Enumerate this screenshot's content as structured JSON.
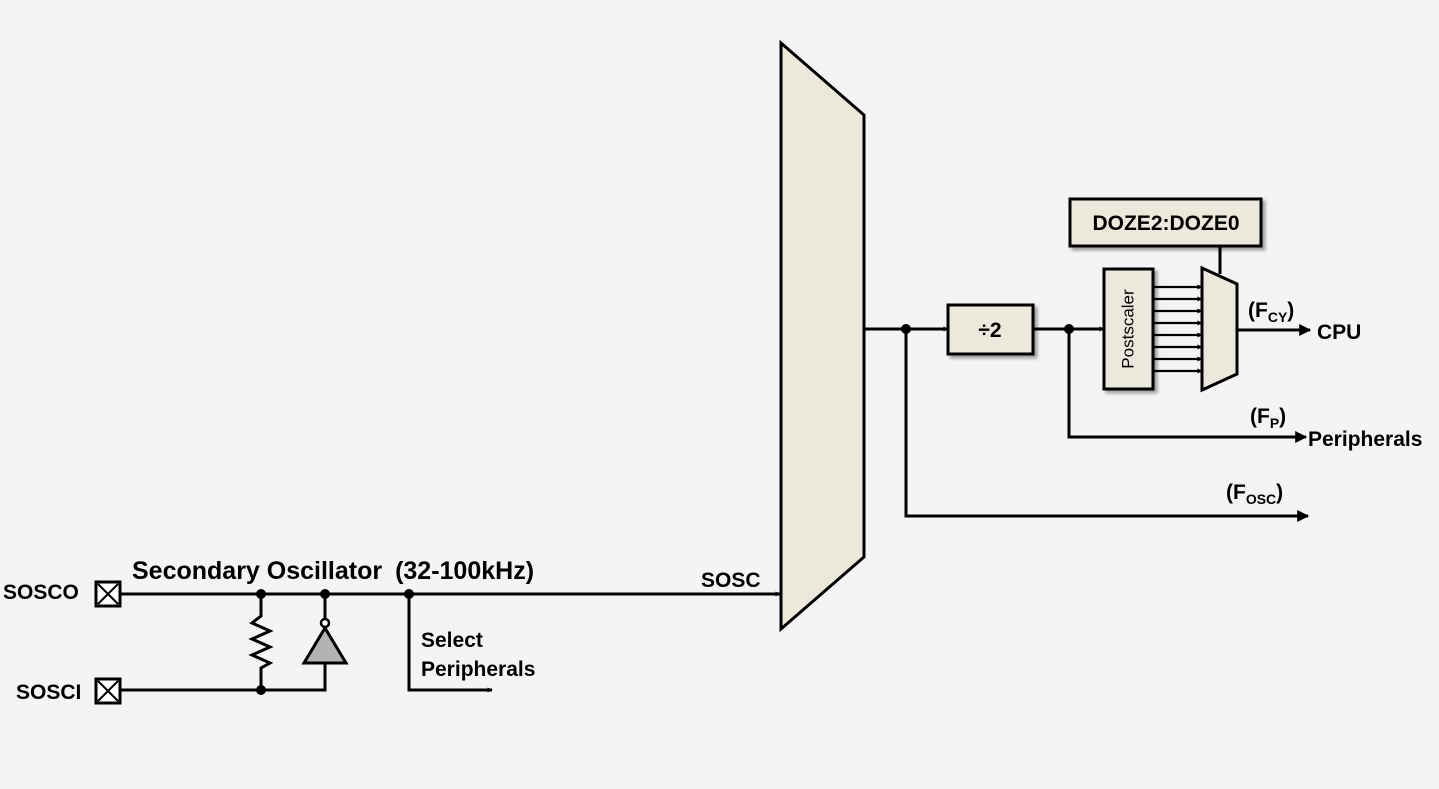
{
  "pins": {
    "sosco": "SOSCO",
    "sosci": "SOSCI"
  },
  "oscillator": {
    "title": "Secondary Oscillator",
    "range": "(32-100kHz)",
    "select_line1": "Select",
    "select_line2": "Peripherals"
  },
  "mux": {
    "input_label": "SOSC"
  },
  "divider": {
    "label": "÷2"
  },
  "postscaler": {
    "label": "Postscaler"
  },
  "doze": {
    "label": "DOZE2:DOZE0"
  },
  "outputs": {
    "fcy_open": "(F",
    "fcy_sub": "CY",
    "fcy_close": ")",
    "cpu": "CPU",
    "fp_open": "(F",
    "fp_sub": "P",
    "fp_close": ")",
    "peripherals": "Peripherals",
    "fosc_open": "(F",
    "fosc_sub": "OSC",
    "fosc_close": ")"
  },
  "colors": {
    "block_fill": "#ece9dc",
    "background": "#f4f4f4",
    "line": "#000000"
  }
}
